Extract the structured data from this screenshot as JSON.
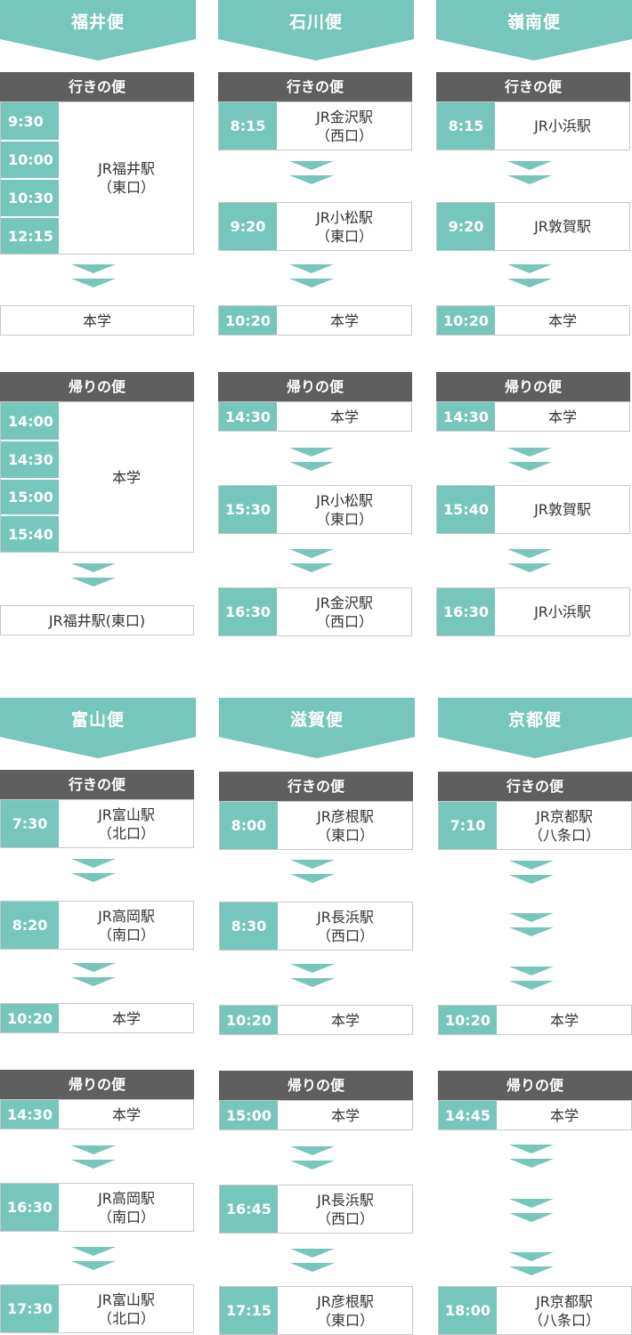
{
  "accent_color": "#77c6bc",
  "section_bar_color": "#5f5f5f",
  "routes": {
    "fukui": {
      "title": "福井便",
      "outbound_label": "行きの便",
      "outbound_times": [
        "9:30",
        "10:00",
        "10:30",
        "12:15"
      ],
      "outbound_origin": {
        "line1": "JR福井駅",
        "line2": "（東口）"
      },
      "outbound_dest": "本学",
      "return_label": "帰りの便",
      "return_times": [
        "14:00",
        "14:30",
        "15:00",
        "15:40"
      ],
      "return_origin": "本学",
      "return_dest": "JR福井駅(東口)"
    },
    "ishikawa": {
      "title": "石川便",
      "outbound_label": "行きの便",
      "outbound": [
        {
          "time": "8:15",
          "line1": "JR金沢駅",
          "line2": "（西口）"
        },
        {
          "time": "9:20",
          "line1": "JR小松駅",
          "line2": "（東口）"
        },
        {
          "time": "10:20",
          "line1": "本学",
          "line2": ""
        }
      ],
      "return_label": "帰りの便",
      "return": [
        {
          "time": "14:30",
          "line1": "本学",
          "line2": ""
        },
        {
          "time": "15:30",
          "line1": "JR小松駅",
          "line2": "（東口）"
        },
        {
          "time": "16:30",
          "line1": "JR金沢駅",
          "line2": "（西口）"
        }
      ]
    },
    "reinan": {
      "title": "嶺南便",
      "outbound_label": "行きの便",
      "outbound": [
        {
          "time": "8:15",
          "line1": "JR小浜駅",
          "line2": ""
        },
        {
          "time": "9:20",
          "line1": "JR敦賀駅",
          "line2": ""
        },
        {
          "time": "10:20",
          "line1": "本学",
          "line2": ""
        }
      ],
      "return_label": "帰りの便",
      "return": [
        {
          "time": "14:30",
          "line1": "本学",
          "line2": ""
        },
        {
          "time": "15:40",
          "line1": "JR敦賀駅",
          "line2": ""
        },
        {
          "time": "16:30",
          "line1": "JR小浜駅",
          "line2": ""
        }
      ]
    },
    "toyama": {
      "title": "富山便",
      "outbound_label": "行きの便",
      "outbound": [
        {
          "time": "7:30",
          "line1": "JR富山駅",
          "line2": "（北口）"
        },
        {
          "time": "8:20",
          "line1": "JR高岡駅",
          "line2": "（南口）"
        },
        {
          "time": "10:20",
          "line1": "本学",
          "line2": ""
        }
      ],
      "return_label": "帰りの便",
      "return": [
        {
          "time": "14:30",
          "line1": "本学",
          "line2": ""
        },
        {
          "time": "16:30",
          "line1": "JR高岡駅",
          "line2": "（南口）"
        },
        {
          "time": "17:30",
          "line1": "JR富山駅",
          "line2": "（北口）"
        }
      ]
    },
    "shiga": {
      "title": "滋賀便",
      "outbound_label": "行きの便",
      "outbound": [
        {
          "time": "8:00",
          "line1": "JR彦根駅",
          "line2": "（東口）"
        },
        {
          "time": "8:30",
          "line1": "JR長浜駅",
          "line2": "（西口）"
        },
        {
          "time": "10:20",
          "line1": "本学",
          "line2": ""
        }
      ],
      "return_label": "帰りの便",
      "return": [
        {
          "time": "15:00",
          "line1": "本学",
          "line2": ""
        },
        {
          "time": "16:45",
          "line1": "JR長浜駅",
          "line2": "（西口）"
        },
        {
          "time": "17:15",
          "line1": "JR彦根駅",
          "line2": "（東口）"
        }
      ]
    },
    "kyoto": {
      "title": "京都便",
      "outbound_label": "行きの便",
      "outbound": [
        {
          "time": "7:10",
          "line1": "JR京都駅",
          "line2": "（八条口）"
        },
        {
          "time": "10:20",
          "line1": "本学",
          "line2": ""
        }
      ],
      "return_label": "帰りの便",
      "return": [
        {
          "time": "14:45",
          "line1": "本学",
          "line2": ""
        },
        {
          "time": "18:00",
          "line1": "JR京都駅",
          "line2": "（八条口）"
        }
      ]
    }
  }
}
